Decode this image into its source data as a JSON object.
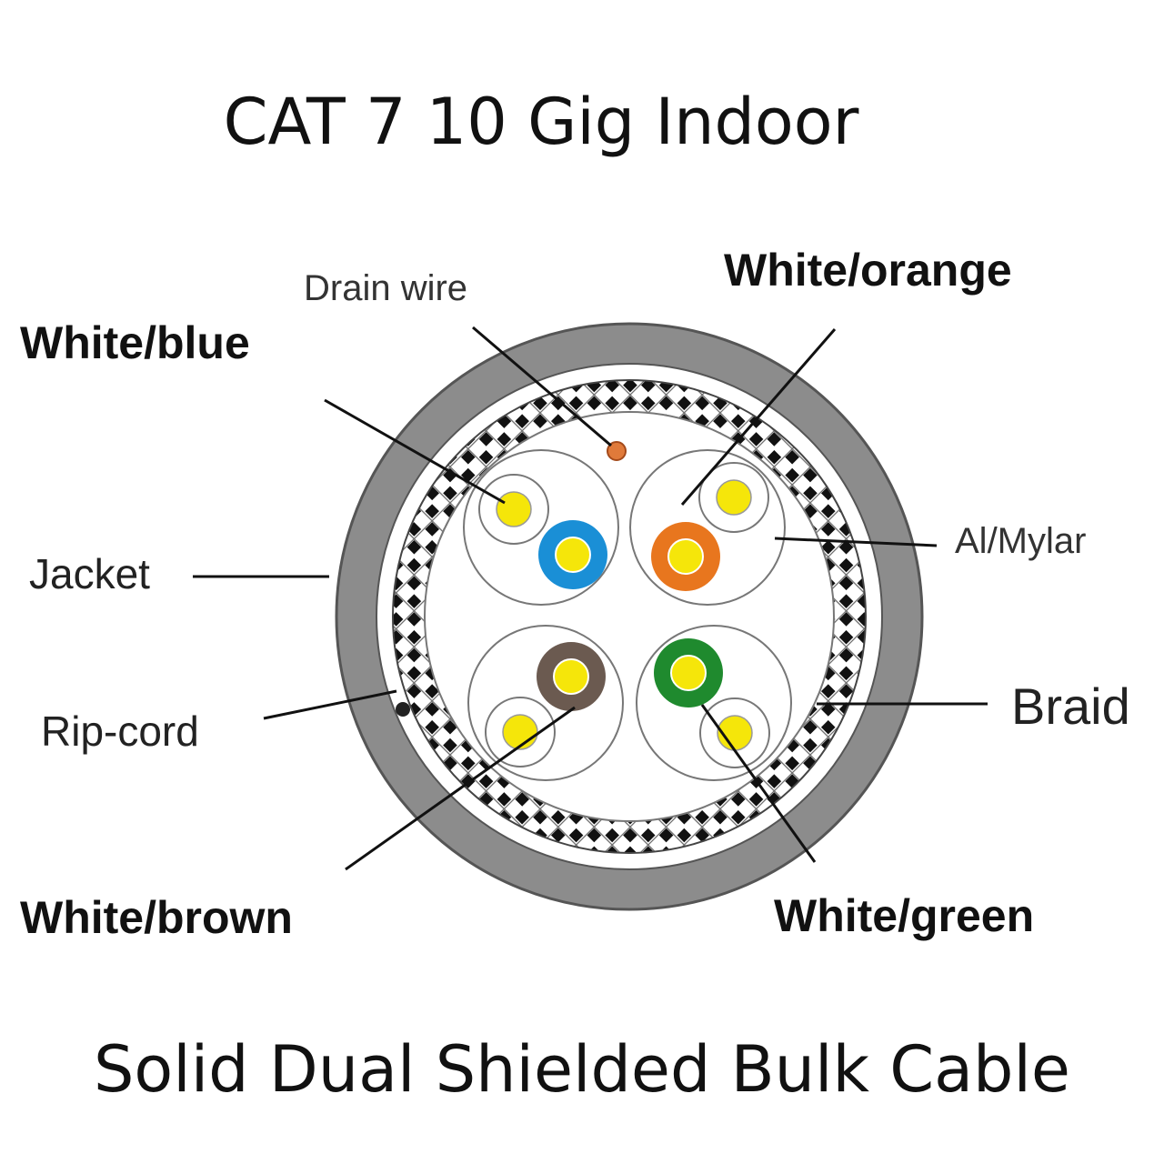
{
  "title": "CAT 7 10 Gig Indoor",
  "subtitle": "Solid Dual Shielded Bulk Cable",
  "labels": {
    "drain_wire": "Drain wire",
    "white_orange": "White/orange",
    "white_blue": "White/blue",
    "jacket": "Jacket",
    "al_mylar": "Al/Mylar",
    "braid": "Braid",
    "rip_cord": "Rip-cord",
    "white_brown": "White/brown",
    "white_green": "White/green"
  },
  "colors": {
    "jacket": "#8c8c8c",
    "conductor": "#f5e60a",
    "blue": "#1a8fd6",
    "orange": "#e8761e",
    "brown": "#6b5a50",
    "green": "#1f8a2e",
    "drain": "#e07a3a"
  }
}
